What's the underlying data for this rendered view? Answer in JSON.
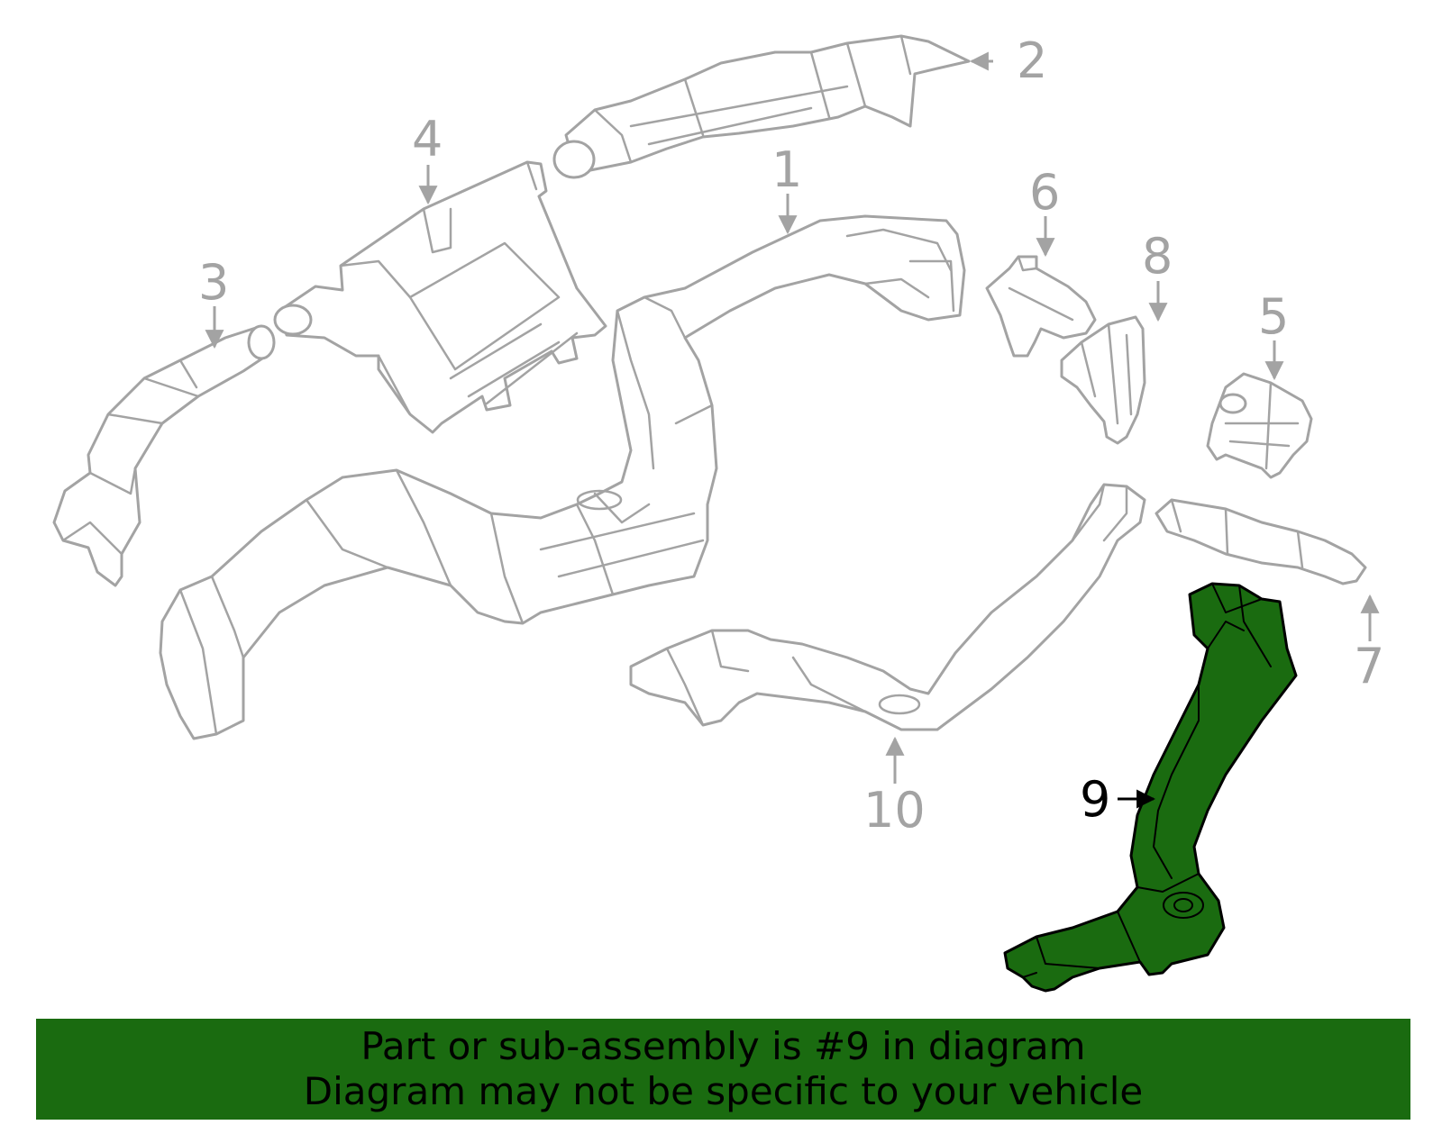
{
  "callouts": {
    "c1": "1",
    "c2": "2",
    "c3": "3",
    "c4": "4",
    "c5": "5",
    "c6": "6",
    "c7": "7",
    "c8": "8",
    "c9": "9",
    "c10": "10"
  },
  "highlighted_part": "9",
  "colors": {
    "highlight": "#1a6b10",
    "outline": "#a3a3a3",
    "banner": "#1a6b10"
  },
  "banner": {
    "line1": "Part or sub-assembly is #9 in diagram",
    "line2": "Diagram may not be specific to your vehicle"
  }
}
